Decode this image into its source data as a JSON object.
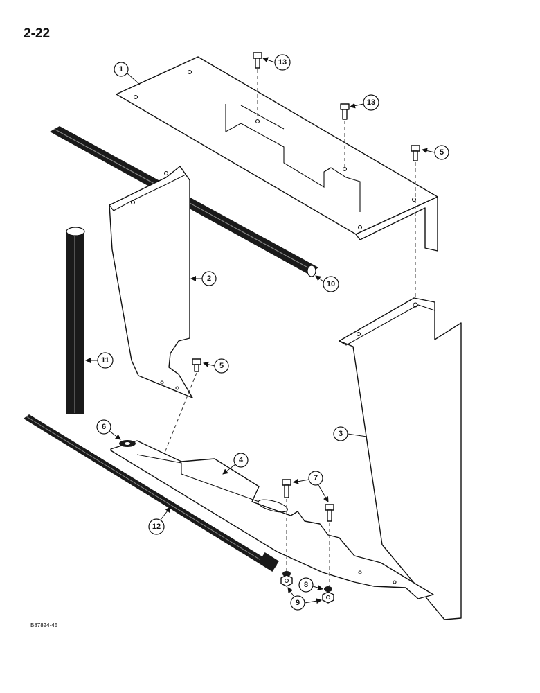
{
  "page": {
    "number": "2-22",
    "figure_code": "B87824-45"
  },
  "callouts": {
    "c1": "1",
    "c2": "2",
    "c3": "3",
    "c4": "4",
    "c5a": "5",
    "c5b": "5",
    "c6": "6",
    "c7": "7",
    "c8": "8",
    "c9": "9",
    "c10": "10",
    "c11": "11",
    "c12": "12",
    "c13a": "13",
    "c13b": "13"
  },
  "colors": {
    "ink": "#111111",
    "paper": "#ffffff",
    "seal": "#1a1a1a"
  }
}
